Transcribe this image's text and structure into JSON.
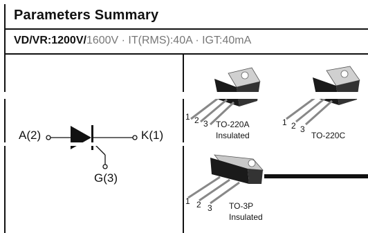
{
  "header": {
    "title": "Parameters Summary",
    "params_visible": "VD/VR:1200V/",
    "params_faded": "1600V · IT(RMS):40A · IGT:40mA"
  },
  "symbol": {
    "anode_label": "A(2)",
    "cathode_label": "K(1)",
    "gate_label": "G(3)"
  },
  "packages": [
    {
      "name": "TO-220A",
      "note": "Insulated",
      "pins": [
        "1",
        "2",
        "3"
      ]
    },
    {
      "name": "TO-220C",
      "note": "",
      "pins": [
        "1",
        "2",
        "3"
      ]
    },
    {
      "name": "TO-3P",
      "note": "Insulated",
      "pins": [
        "1",
        "2",
        "3"
      ]
    }
  ]
}
